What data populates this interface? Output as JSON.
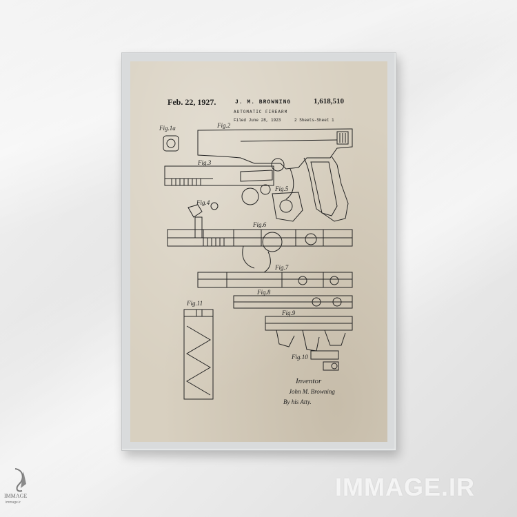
{
  "patent": {
    "date": "Feb. 22, 1927.",
    "inventor": "J. M. BROWNING",
    "number": "1,618,510",
    "title": "AUTOMATIC FIREARM",
    "filed": "Filed June 28, 1923",
    "sheet": "2 Sheets-Sheet 1",
    "figures": [
      "Fig.1a",
      "Fig.2",
      "Fig.3",
      "Fig.4",
      "Fig.5",
      "Fig.6",
      "Fig.7",
      "Fig.8",
      "Fig.9",
      "Fig.10",
      "Fig.11"
    ],
    "signature_label": "Inventor",
    "signature_name": "John M. Browning",
    "attorney": "By his Atty."
  },
  "watermark": "IMMAGE.IR",
  "logo": {
    "name": "IMMAGE",
    "site": "immage.ir"
  },
  "colors": {
    "paper": "#d8d0c0",
    "ink": "#1d1d1d",
    "frame": "#d9dbdc",
    "wall": "#ececec"
  }
}
